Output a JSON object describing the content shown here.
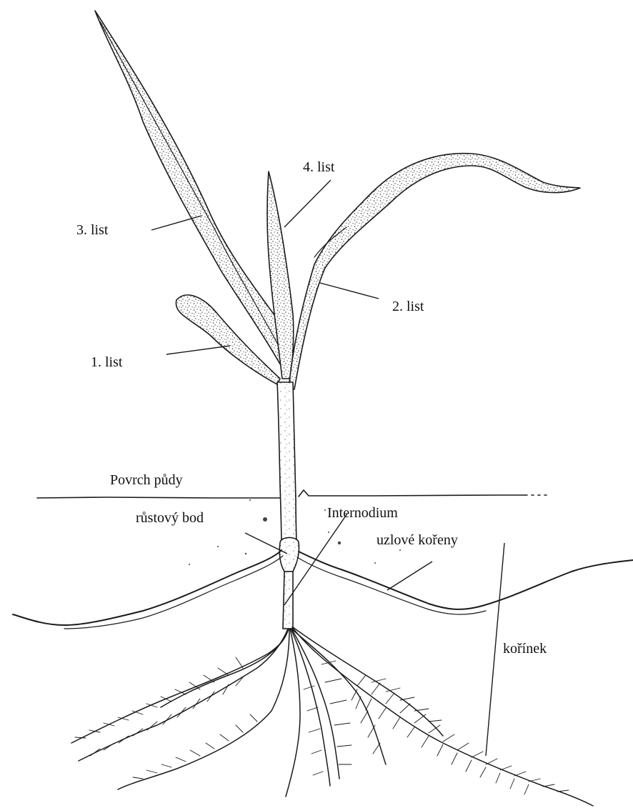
{
  "labels": {
    "leaf_3": "3. list",
    "leaf_4": "4. list",
    "leaf_2": "2. list",
    "leaf_1": "1. list",
    "soil_surface": "Povrch půdy",
    "growing_point": "růstový bod",
    "nodal_roots": "uzlové kořeny",
    "internode": "Internodium",
    "radicle": "kořínek"
  },
  "colors": {
    "ink": "#1a1a1a",
    "paper": "#ffffff"
  }
}
